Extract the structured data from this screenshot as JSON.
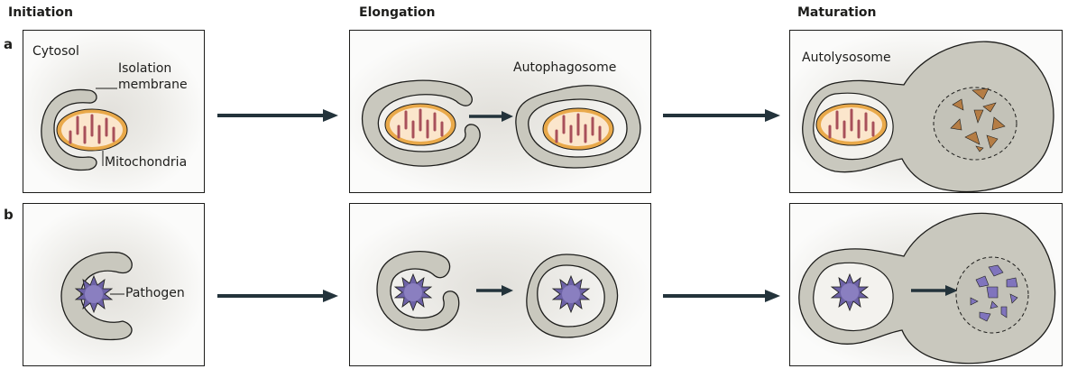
{
  "stages": [
    "Initiation",
    "Elongation",
    "Maturation"
  ],
  "rows": [
    {
      "label": "a",
      "cargo": "mitochondria"
    },
    {
      "label": "b",
      "cargo": "pathogen"
    }
  ],
  "labels": {
    "cytosol": "Cytosol",
    "isolation_membrane": "Isolation\nmembrane",
    "isolation_line1": "Isolation",
    "isolation_line2": "membrane",
    "mitochondria": "Mitochondria",
    "autophagosome": "Autophagosome",
    "autolysosome": "Autolysosome",
    "pathogen": "Pathogen"
  },
  "colors": {
    "membrane_fill": "#c9c8be",
    "outline": "#1d1d1b",
    "mito_outer": "#e9a94a",
    "mito_inner": "#fbe6cc",
    "cristae": "#a8505a",
    "pathogen": "#8a7fc0",
    "arrow": "#23333b",
    "debris_brown": "#b57d45",
    "debris_purple": "#8074bd"
  }
}
